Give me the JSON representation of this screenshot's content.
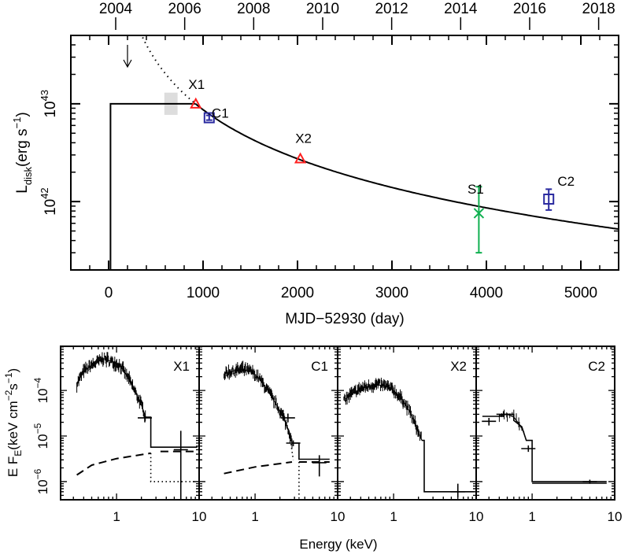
{
  "chart_data": [
    {
      "type": "scatter",
      "xlabel": "MJD−52930 (day)",
      "ylabel": "L_disk (erg s^-1)",
      "ylabel_main": "L",
      "ylabel_sub": "disk",
      "ylabel_unit": "(erg s",
      "ylabel_exp": "−1",
      "ylabel_close": ")",
      "xlim": [
        -400,
        5400
      ],
      "ylim": [
        2e+41,
        5e+43
      ],
      "yscale": "log",
      "x_ticks": [
        "0",
        "1000",
        "2000",
        "3000",
        "4000",
        "5000"
      ],
      "x_tick_values": [
        0,
        1000,
        2000,
        3000,
        4000,
        5000
      ],
      "y_ticks": [
        {
          "base": "10",
          "exp": "43",
          "value": 1e+43
        },
        {
          "base": "10",
          "exp": "42",
          "value": 1e+42
        }
      ],
      "top_axis_ticks": [
        "2004",
        "2006",
        "2008",
        "2010",
        "2012",
        "2014",
        "2016",
        "2018"
      ],
      "points": [
        {
          "label": "X1",
          "x": 923,
          "y": 1e+43,
          "marker": "triangle",
          "color": "#ff2020"
        },
        {
          "label": "C1",
          "x": 1065,
          "y": 7.2e+42,
          "marker": "square",
          "color": "#2a2aa0",
          "ylo": 6.8e+42,
          "yhi": 7.6e+42
        },
        {
          "label": "X2",
          "x": 2030,
          "y": 2.75e+42,
          "marker": "triangle",
          "color": "#ff2020"
        },
        {
          "label": "S1",
          "x": 3920,
          "y": 7.6e+41,
          "marker": "x",
          "color": "#10b050",
          "ylo": 3e+41,
          "yhi": 1.42e+42
        },
        {
          "label": "C2",
          "x": 4660,
          "y": 1.06e+42,
          "marker": "square",
          "color": "#2a2aa0",
          "ylo": 8.2e+41,
          "yhi": 1.34e+42
        }
      ],
      "model": {
        "plateau_L": 1e+43,
        "plateau_start": 20,
        "decay_start": 920,
        "decay_index": -1.6667
      },
      "shaded_range": {
        "x": [
          590,
          730
        ],
        "y": [
          7.7e+42,
          1.3e+43
        ],
        "color": "#dddddd"
      },
      "upper_limit_arrow_day": 200
    },
    {
      "type": "line",
      "xlabel": "Energy (keV)",
      "ylabel_main": "E F",
      "ylabel_sub": "E",
      "ylabel_unit": "(keV cm",
      "ylabel_exp1": "−2",
      "ylabel_mid": "s",
      "ylabel_exp2": "−1",
      "ylabel_close": ")",
      "xscale": "log",
      "yscale": "log",
      "xlim": [
        0.21,
        10
      ],
      "ylim": [
        4e-07,
        0.00093
      ],
      "x_ticks": [
        {
          "label": "1",
          "value": 1
        },
        {
          "label": "10",
          "value": 10
        }
      ],
      "y_ticks": [
        {
          "base": "10",
          "exp": "−4",
          "value": 0.0001
        },
        {
          "base": "10",
          "exp": "−5",
          "value": 1e-05
        },
        {
          "base": "10",
          "exp": "−6",
          "value": 1e-06
        }
      ],
      "panels": [
        {
          "label": "X1",
          "data": [
            [
              0.33,
              0.00014
            ],
            [
              0.4,
              0.00026
            ],
            [
              0.5,
              0.00036
            ],
            [
              0.7,
              0.0005
            ],
            [
              0.9,
              0.00042
            ],
            [
              1.1,
              0.00036
            ],
            [
              1.4,
              0.00018
            ],
            [
              1.7,
              9e-05
            ],
            [
              2.0,
              4.8e-05
            ],
            [
              2.25,
              2.6e-05
            ]
          ],
          "binned": [
            [
              2.2,
              2.5e-05,
              2e-05,
              3.1e-05
            ],
            [
              6.0,
              5e-06,
              4e-07,
              1.3e-05
            ]
          ],
          "model": [
            [
              [
                2.2,
                2.6e-05
              ],
              [
                2.6,
                2.6e-05
              ],
              [
                2.6,
                5.7e-06
              ],
              [
                9.5,
                5.7e-06
              ]
            ]
          ],
          "dashed": [
            [
              [
                0.33,
                1.4e-06
              ],
              [
                0.5,
                2.3e-06
              ],
              [
                1,
                3.2e-06
              ],
              [
                2.6,
                4.2e-06
              ]
            ],
            [
              [
                3.4,
                4.6e-06
              ],
              [
                9.5,
                4.6e-06
              ]
            ]
          ],
          "dotted": [
            [
              [
                2.6,
                4.2e-06
              ],
              [
                2.6,
                1e-06
              ],
              [
                9.5,
                1e-06
              ]
            ]
          ]
        },
        {
          "label": "C1",
          "data": [
            [
              0.42,
              0.00023
            ],
            [
              0.5,
              0.00026
            ],
            [
              0.7,
              0.00029
            ],
            [
              0.9,
              0.00026
            ],
            [
              1.1,
              0.00019
            ],
            [
              1.4,
              0.000105
            ],
            [
              1.8,
              5e-05
            ],
            [
              2.2,
              2.6e-05
            ],
            [
              2.6,
              1.2e-05
            ],
            [
              2.8,
              7e-06
            ]
          ],
          "binned": [
            [
              2.5,
              2.5e-05,
              2e-05,
              3.1e-05
            ],
            [
              2.9,
              7e-06,
              6e-06,
              8e-06
            ],
            [
              6.0,
              2.6e-06,
              1.3e-06,
              3.8e-06
            ]
          ],
          "model": [
            [
              [
                2.8,
                7e-06
              ],
              [
                3.4,
                7e-06
              ],
              [
                3.4,
                3.1e-06
              ],
              [
                8,
                3.1e-06
              ]
            ]
          ],
          "dashed": [
            [
              [
                0.42,
                1.5e-06
              ],
              [
                1,
                2.1e-06
              ],
              [
                2.8,
                2.7e-06
              ]
            ],
            [
              [
                3.4,
                2.7e-06
              ],
              [
                8,
                2.7e-06
              ]
            ]
          ],
          "dotted": [
            [
              [
                2.6,
                1.2e-05
              ],
              [
                2.9,
                3e-06
              ]
            ],
            [
              [
                3.4,
                2.7e-06
              ],
              [
                3.4,
                4e-07
              ]
            ]
          ]
        },
        {
          "label": "X2",
          "data": [
            [
              0.25,
              6e-05
            ],
            [
              0.3,
              8e-05
            ],
            [
              0.4,
              0.00011
            ],
            [
              0.6,
              0.000135
            ],
            [
              0.8,
              0.000125
            ],
            [
              1.0,
              0.0001
            ],
            [
              1.3,
              6e-05
            ],
            [
              1.6,
              3.2e-05
            ],
            [
              1.9,
              1.5e-05
            ],
            [
              2.2,
              8e-06
            ]
          ],
          "binned": [
            [
              6.0,
              6e-07,
              4.5e-07,
              9e-07
            ]
          ],
          "model": [
            [
              [
                2.2,
                8e-06
              ],
              [
                2.35,
                8e-06
              ],
              [
                2.35,
                6e-07
              ],
              [
                9.5,
                6e-07
              ]
            ]
          ],
          "dashed": [],
          "dotted": []
        },
        {
          "label": "C2",
          "data": [
            [
              0.4,
              2.8e-05
            ],
            [
              0.5,
              3e-05
            ],
            [
              0.6,
              2.6e-05
            ],
            [
              0.7,
              1.8e-05
            ],
            [
              0.8,
              1.2e-05
            ]
          ],
          "binned": [
            [
              0.3,
              2.1e-05,
              1.7e-05,
              2.5e-05
            ],
            [
              0.45,
              3e-05,
              2.6e-05,
              3.5e-05
            ],
            [
              0.9,
              5.3e-06,
              4.5e-06,
              6.2e-06
            ],
            [
              5.0,
              1e-06,
              9e-07,
              1.1e-06
            ]
          ],
          "model": [
            [
              [
                0.25,
                2.7e-05
              ],
              [
                0.45,
                2.7e-05
              ],
              [
                0.45,
                3e-05
              ],
              [
                0.6,
                3e-05
              ],
              [
                0.6,
                2.2e-05
              ],
              [
                0.75,
                1.6e-05
              ],
              [
                0.85,
                8e-06
              ],
              [
                1.0,
                8e-06
              ],
              [
                1.0,
                1e-06
              ],
              [
                8,
                1e-06
              ]
            ],
            [
              [
                1.0,
                9.2e-07
              ],
              [
                8,
                9.2e-07
              ]
            ]
          ],
          "dashed": [],
          "dotted": []
        }
      ]
    }
  ]
}
